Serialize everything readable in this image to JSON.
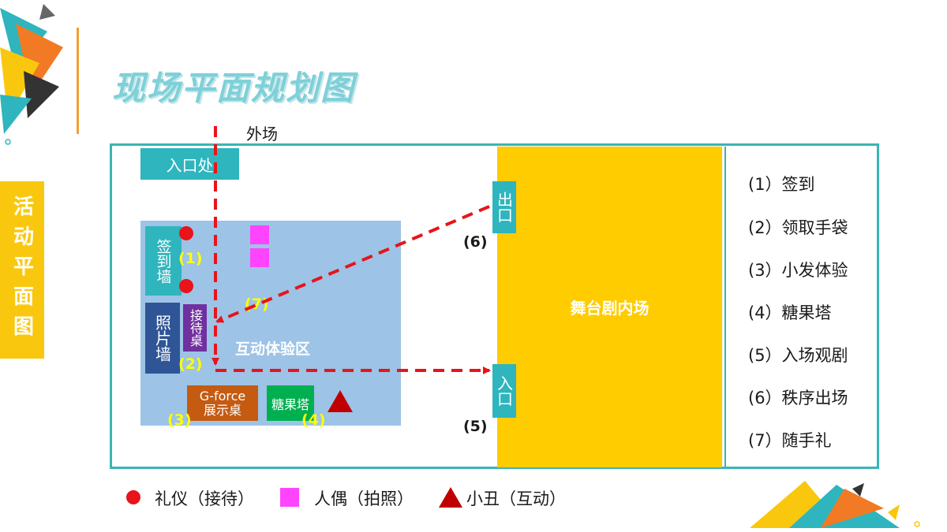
{
  "title": "现场平面规划图",
  "side_tab": "活动平面图",
  "outer_label": "外场",
  "entrance_label": "入口处",
  "stage_label": "舞台剧内场",
  "zone_label": "互动体验区",
  "exit_label": "出口",
  "inner_entrance_label": "入口",
  "sign_wall": "签到墙",
  "photo_wall": "照片墙",
  "reception_desk": "接待桌",
  "gforce_line1": "G-force",
  "gforce_line2": "展示桌",
  "candy_tower": "糖果塔",
  "markers": {
    "m1": "(1)",
    "m2": "(2)",
    "m3": "(3)",
    "m4": "(4)",
    "m5": "(5)",
    "m6": "(6)",
    "m7": "(7)"
  },
  "legend": [
    "(1）签到",
    "(2）领取手袋",
    "(3）小发体验",
    "(4）糖果塔",
    "(5）入场观剧",
    "(6）秩序出场",
    "(7）随手礼"
  ],
  "bottom_legend": {
    "etiquette": "礼仪（接待）",
    "puppet": "人偶（拍照）",
    "clown": "小丑（互动）"
  },
  "colors": {
    "teal": "#2fb5bd",
    "stage": "#ffcc00",
    "zone": "#9dc3e6",
    "arrow": "#e8141a",
    "etiquette": "#e8141a",
    "puppet": "#ff44ff",
    "clown": "#c00000"
  }
}
